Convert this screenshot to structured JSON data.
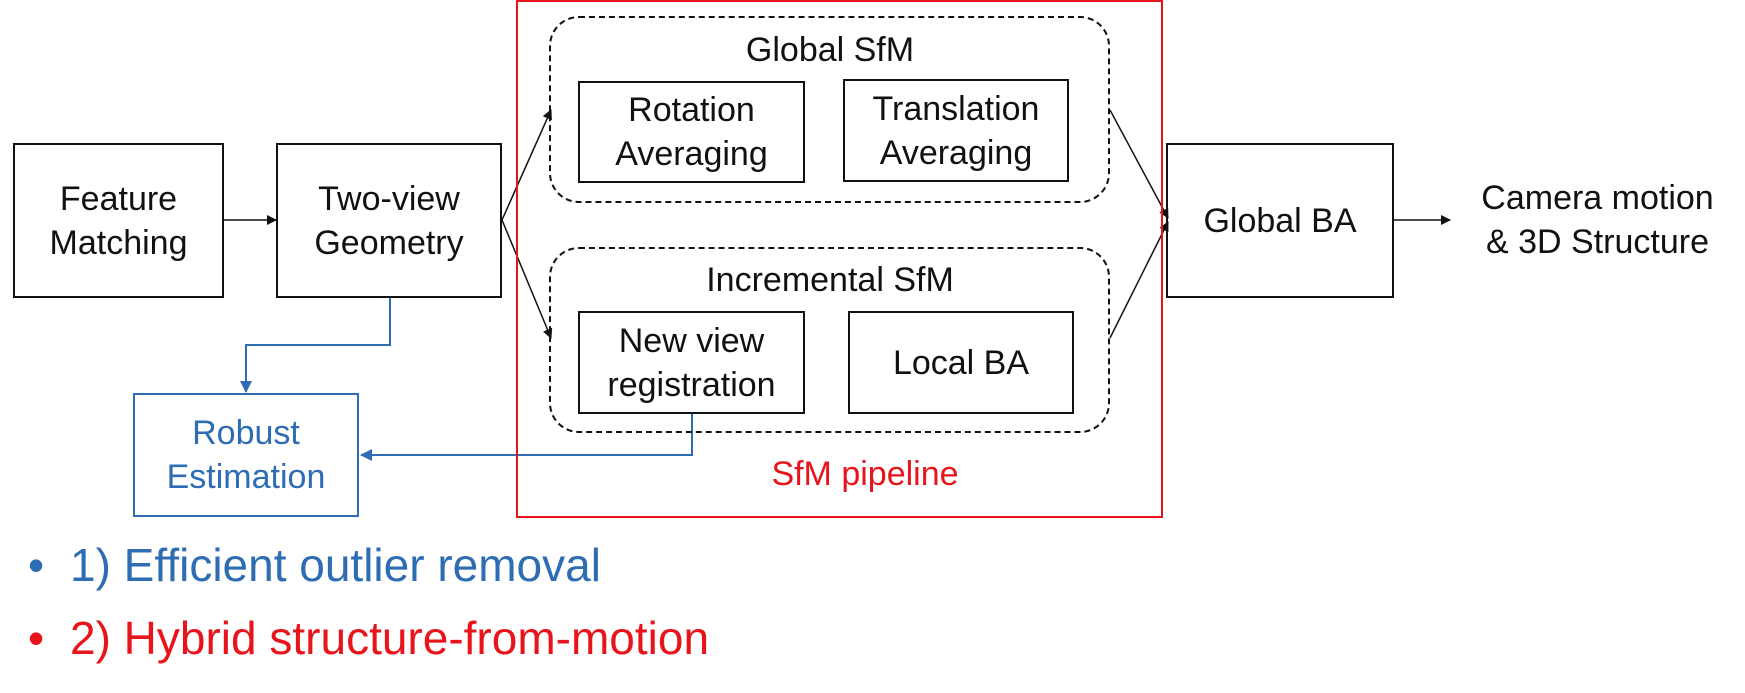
{
  "nodes": {
    "feature_matching": [
      "Feature",
      "Matching"
    ],
    "two_view": [
      "Two-view",
      "Geometry"
    ],
    "robust": [
      "Robust",
      "Estimation"
    ],
    "global_sfm_title": "Global SfM",
    "rotation": [
      "Rotation",
      "Averaging"
    ],
    "translation": [
      "Translation",
      "Averaging"
    ],
    "incremental_sfm_title": "Incremental SfM",
    "new_view": [
      "New view",
      "registration"
    ],
    "local_ba": "Local BA",
    "global_ba": "Global BA",
    "output": [
      "Camera motion",
      "& 3D Structure"
    ],
    "pipeline_label": "SfM pipeline"
  },
  "bullets": {
    "symbol": "•",
    "first": "1) Efficient outlier removal",
    "second": "2) Hybrid structure-from-motion"
  },
  "colors": {
    "blue": "#2e6db4",
    "red": "#e8141b",
    "black": "#111111"
  }
}
